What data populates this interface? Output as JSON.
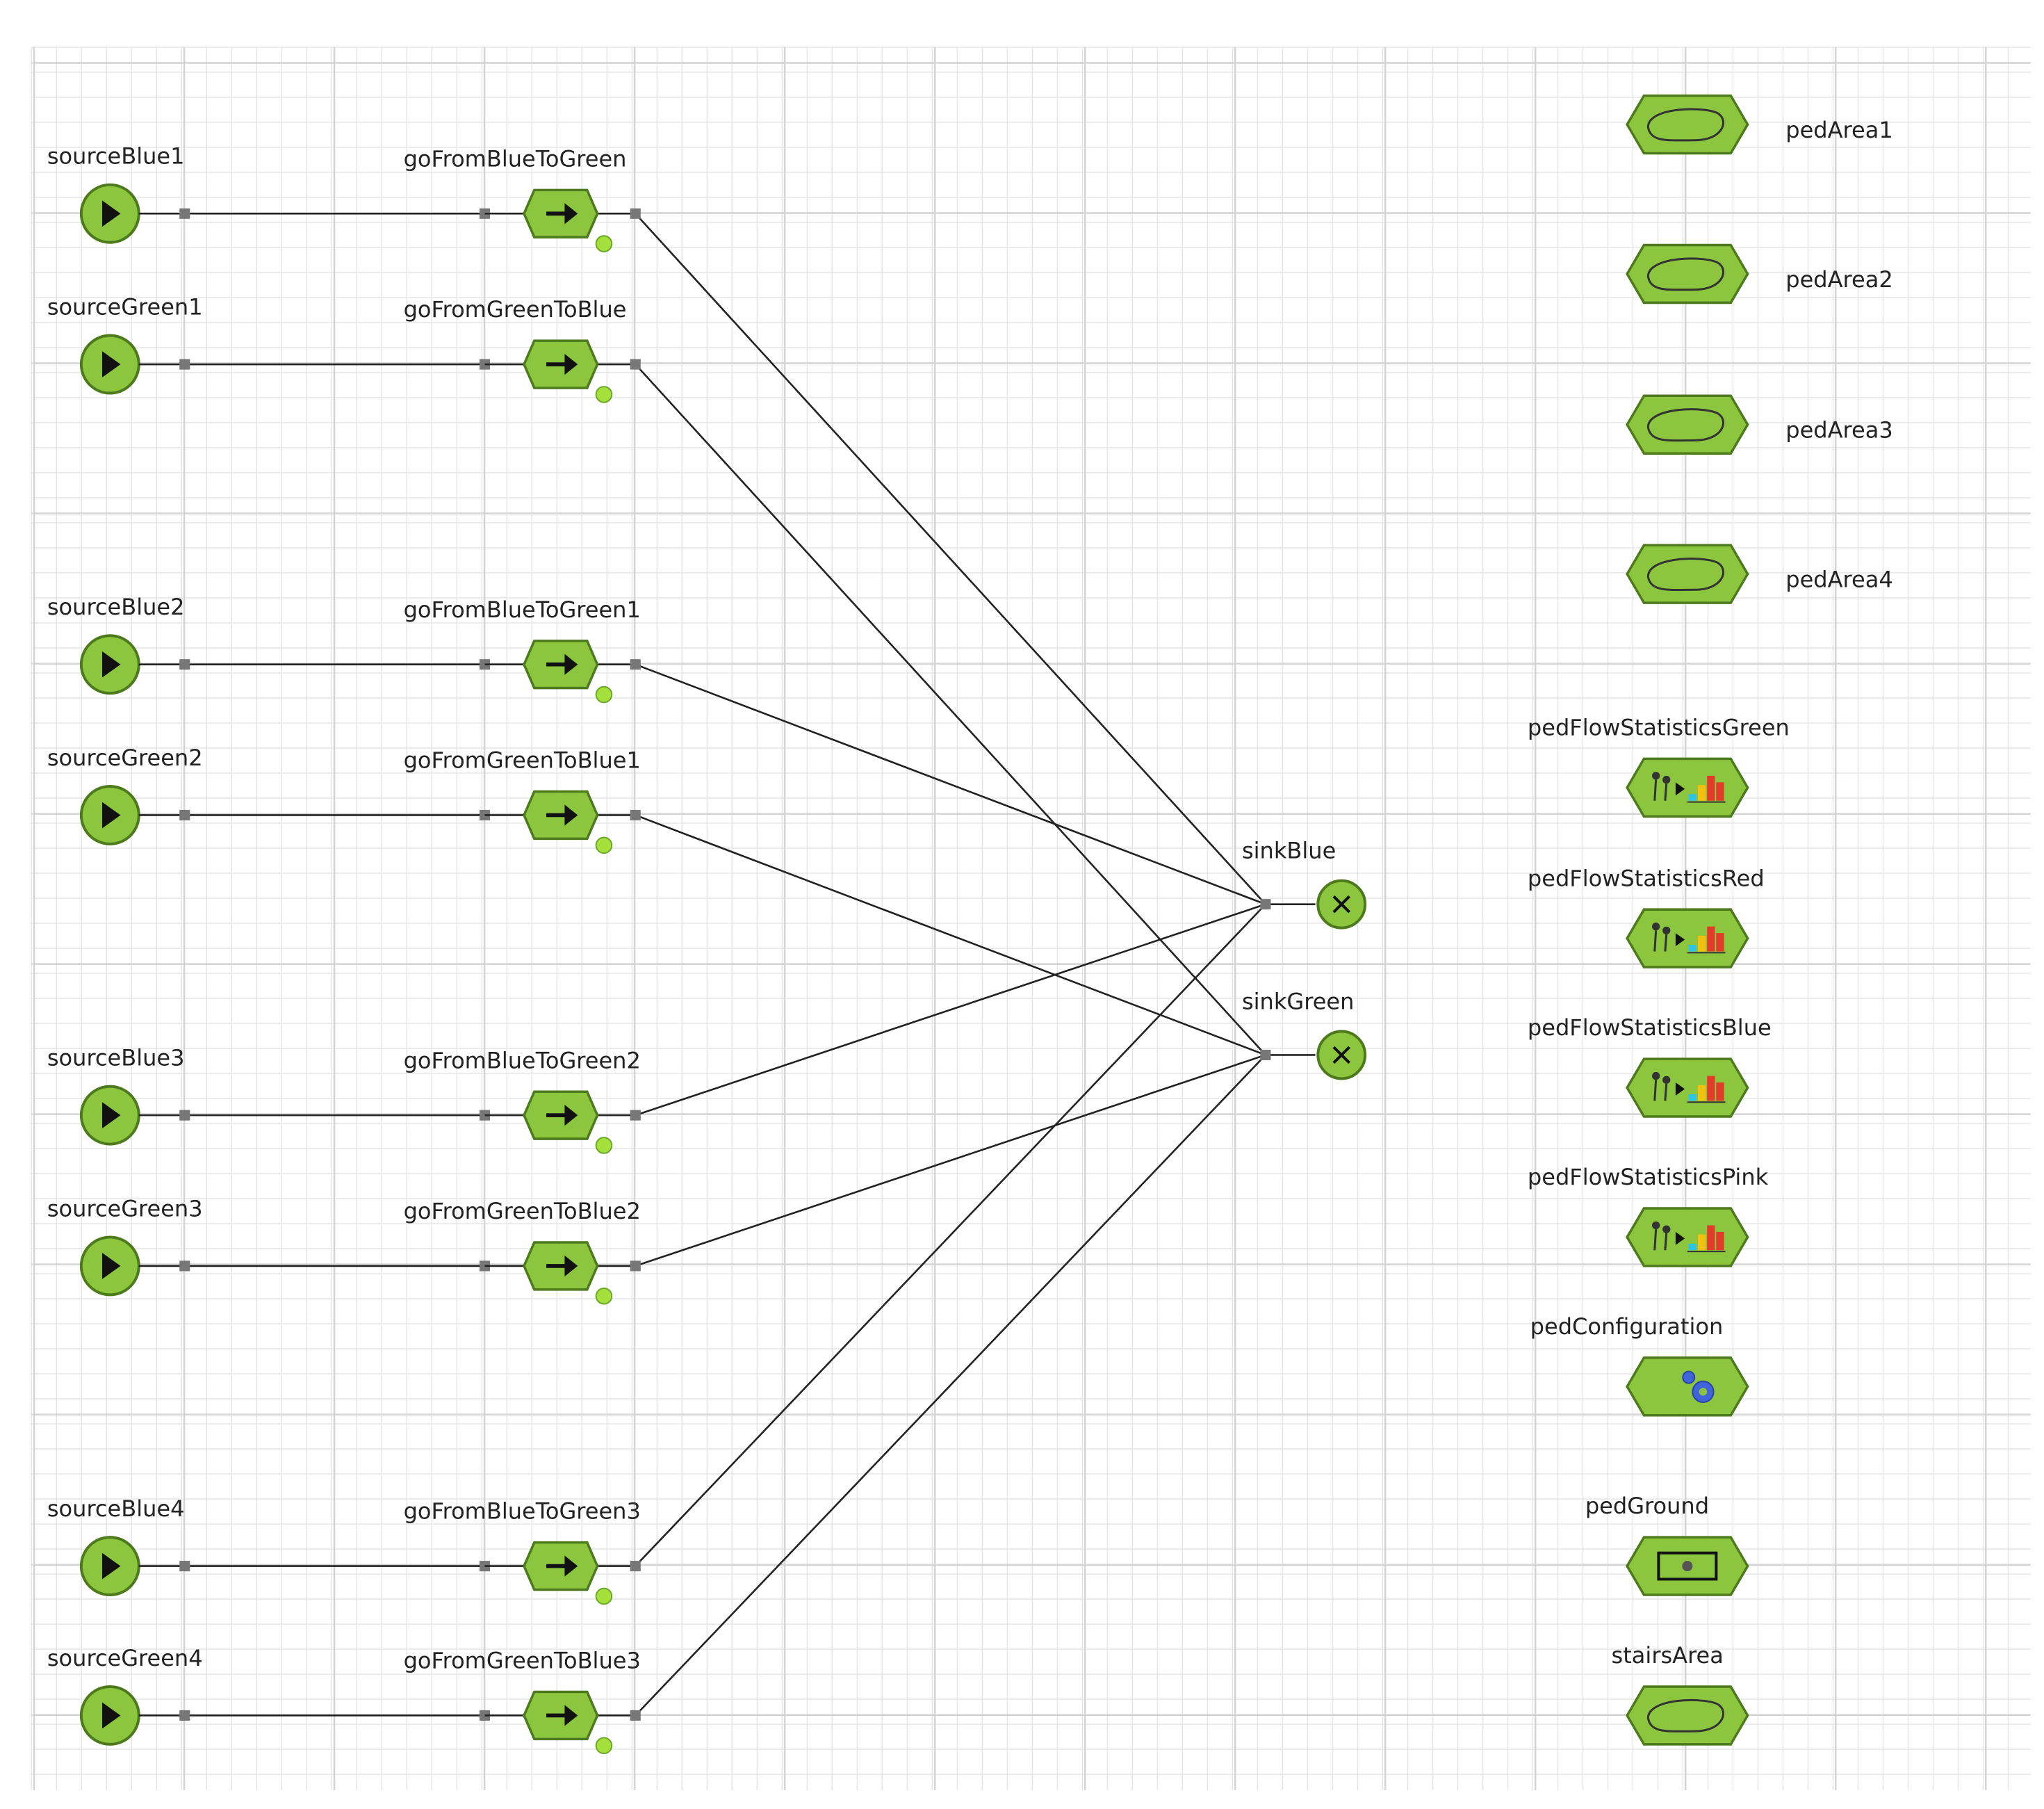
{
  "colors": {
    "block_fill": "#8cc63f",
    "block_stroke": "#4d7a1c",
    "port_fill": "#777777",
    "out_dot": "#a4e03c",
    "link": "#222222",
    "grid_minor": "#e6e6e6",
    "grid_major": "#d4d4d4",
    "label_text": "#222222"
  },
  "sources": [
    {
      "id": "sourceBlue1",
      "label": "sourceBlue1",
      "icon": "play-icon"
    },
    {
      "id": "sourceGreen1",
      "label": "sourceGreen1",
      "icon": "play-icon"
    },
    {
      "id": "sourceBlue2",
      "label": "sourceBlue2",
      "icon": "play-icon"
    },
    {
      "id": "sourceGreen2",
      "label": "sourceGreen2",
      "icon": "play-icon"
    },
    {
      "id": "sourceBlue3",
      "label": "sourceBlue3",
      "icon": "play-icon"
    },
    {
      "id": "sourceGreen3",
      "label": "sourceGreen3",
      "icon": "play-icon"
    },
    {
      "id": "sourceBlue4",
      "label": "sourceBlue4",
      "icon": "play-icon"
    },
    {
      "id": "sourceGreen4",
      "label": "sourceGreen4",
      "icon": "play-icon"
    }
  ],
  "gos": [
    {
      "id": "goFromBlueToGreen",
      "label": "goFromBlueToGreen",
      "icon": "arrow-right-icon",
      "target": "sinkBlue"
    },
    {
      "id": "goFromGreenToBlue",
      "label": "goFromGreenToBlue",
      "icon": "arrow-right-icon",
      "target": "sinkGreen"
    },
    {
      "id": "goFromBlueToGreen1",
      "label": "goFromBlueToGreen1",
      "icon": "arrow-right-icon",
      "target": "sinkBlue"
    },
    {
      "id": "goFromGreenToBlue1",
      "label": "goFromGreenToBlue1",
      "icon": "arrow-right-icon",
      "target": "sinkGreen"
    },
    {
      "id": "goFromBlueToGreen2",
      "label": "goFromBlueToGreen2",
      "icon": "arrow-right-icon",
      "target": "sinkBlue"
    },
    {
      "id": "goFromGreenToBlue2",
      "label": "goFromGreenToBlue2",
      "icon": "arrow-right-icon",
      "target": "sinkGreen"
    },
    {
      "id": "goFromBlueToGreen3",
      "label": "goFromBlueToGreen3",
      "icon": "arrow-right-icon",
      "target": "sinkBlue"
    },
    {
      "id": "goFromGreenToBlue3",
      "label": "goFromGreenToBlue3",
      "icon": "arrow-right-icon",
      "target": "sinkGreen"
    }
  ],
  "sinks": [
    {
      "id": "sinkBlue",
      "label": "sinkBlue",
      "icon": "close-x-icon"
    },
    {
      "id": "sinkGreen",
      "label": "sinkGreen",
      "icon": "close-x-icon"
    }
  ],
  "ped_areas": [
    {
      "id": "pedArea1",
      "label": "pedArea1",
      "icon": "area-polygon-icon"
    },
    {
      "id": "pedArea2",
      "label": "pedArea2",
      "icon": "area-polygon-icon"
    },
    {
      "id": "pedArea3",
      "label": "pedArea3",
      "icon": "area-polygon-icon"
    },
    {
      "id": "pedArea4",
      "label": "pedArea4",
      "icon": "area-polygon-icon"
    }
  ],
  "stat_blocks": [
    {
      "id": "pedFlowStatisticsGreen",
      "label": "pedFlowStatisticsGreen",
      "icon": "flow-statistics-icon"
    },
    {
      "id": "pedFlowStatisticsRed",
      "label": "pedFlowStatisticsRed",
      "icon": "flow-statistics-icon"
    },
    {
      "id": "pedFlowStatisticsBlue",
      "label": "pedFlowStatisticsBlue",
      "icon": "flow-statistics-icon"
    },
    {
      "id": "pedFlowStatisticsPink",
      "label": "pedFlowStatisticsPink",
      "icon": "flow-statistics-icon"
    },
    {
      "id": "pedConfiguration",
      "label": "pedConfiguration",
      "icon": "gears-icon"
    },
    {
      "id": "pedGround",
      "label": "pedGround",
      "icon": "ground-rect-icon"
    },
    {
      "id": "stairsArea",
      "label": "stairsArea",
      "icon": "area-polygon-icon"
    }
  ]
}
